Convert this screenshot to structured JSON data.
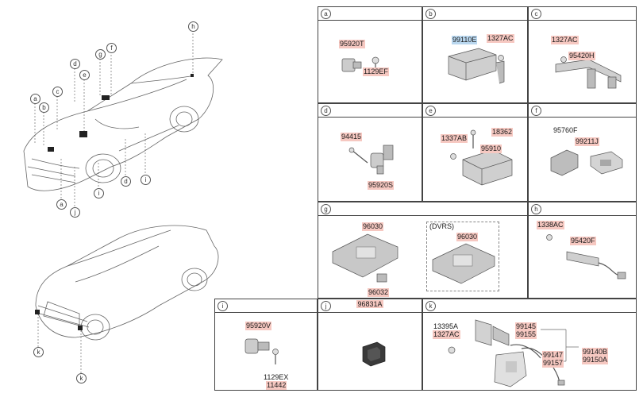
{
  "cells": {
    "a": {
      "letter": "a",
      "labels": [
        "95920T",
        "1129EF"
      ]
    },
    "b": {
      "letter": "b",
      "labels": [
        "99110E",
        "1327AC"
      ]
    },
    "c": {
      "letter": "c",
      "labels": [
        "1327AC",
        "95420H"
      ]
    },
    "d": {
      "letter": "d",
      "labels": [
        "94415",
        "95920S"
      ]
    },
    "e": {
      "letter": "e",
      "labels": [
        "18362",
        "1337AB",
        "95910"
      ]
    },
    "f": {
      "letter": "f",
      "labels": [
        "95760F",
        "99211J"
      ]
    },
    "g": {
      "letter": "g",
      "labels": [
        "96030",
        "96032",
        "96030"
      ],
      "variant": "(DVRS)"
    },
    "h": {
      "letter": "h",
      "labels": [
        "1338AC",
        "95420F"
      ]
    },
    "i": {
      "letter": "i",
      "labels": [
        "95920V",
        "1129EX",
        "11442"
      ]
    },
    "j": {
      "letter": "j",
      "labels": [],
      "header": "96831A"
    },
    "k": {
      "letter": "k",
      "labels": [
        "13395A",
        "1327AC",
        "99145",
        "99155",
        "99147",
        "99157",
        "99140B",
        "99150A"
      ]
    }
  },
  "callouts_top": [
    "h",
    "d",
    "g",
    "f",
    "e",
    "c",
    "b",
    "a",
    "a",
    "j",
    "d",
    "i",
    "i"
  ],
  "callouts_bottom": [
    "k",
    "k"
  ],
  "colors": {
    "label_red": "#f6c8c1",
    "label_blue": "#b9d7ef",
    "line": "#555555"
  }
}
